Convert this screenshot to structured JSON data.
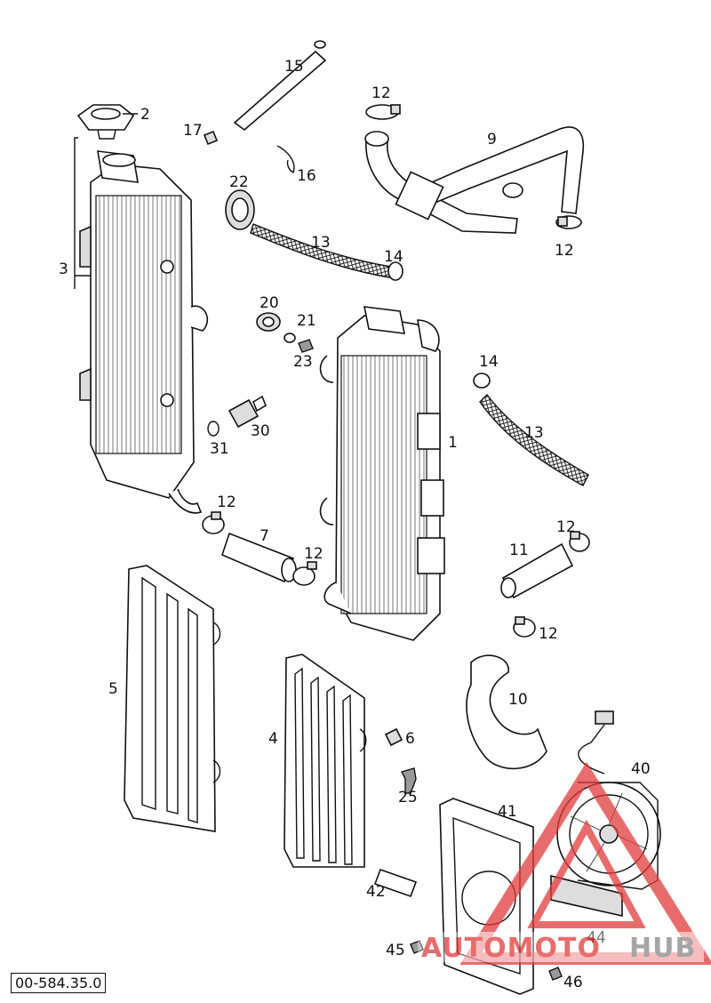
{
  "diagram": {
    "reference_code": "00-584.35.0",
    "callouts": [
      {
        "id": "c15",
        "text": "15"
      },
      {
        "id": "c2",
        "text": "2"
      },
      {
        "id": "c17",
        "text": "17"
      },
      {
        "id": "c16",
        "text": "16"
      },
      {
        "id": "c12a",
        "text": "12"
      },
      {
        "id": "c9",
        "text": "9"
      },
      {
        "id": "c12b",
        "text": "12"
      },
      {
        "id": "c3",
        "text": "3"
      },
      {
        "id": "c22",
        "text": "22"
      },
      {
        "id": "c13a",
        "text": "13"
      },
      {
        "id": "c14a",
        "text": "14"
      },
      {
        "id": "c20",
        "text": "20"
      },
      {
        "id": "c21",
        "text": "21"
      },
      {
        "id": "c23",
        "text": "23"
      },
      {
        "id": "c14b",
        "text": "14"
      },
      {
        "id": "c13b",
        "text": "13"
      },
      {
        "id": "c30",
        "text": "30"
      },
      {
        "id": "c31",
        "text": "31"
      },
      {
        "id": "c1",
        "text": "1"
      },
      {
        "id": "c12c",
        "text": "12"
      },
      {
        "id": "c7",
        "text": "7"
      },
      {
        "id": "c12d",
        "text": "12"
      },
      {
        "id": "c12e",
        "text": "12"
      },
      {
        "id": "c11",
        "text": "11"
      },
      {
        "id": "c12f",
        "text": "12"
      },
      {
        "id": "c5",
        "text": "5"
      },
      {
        "id": "c10",
        "text": "10"
      },
      {
        "id": "c4",
        "text": "4"
      },
      {
        "id": "c6",
        "text": "6"
      },
      {
        "id": "c40",
        "text": "40"
      },
      {
        "id": "c25",
        "text": "25"
      },
      {
        "id": "c41",
        "text": "41"
      },
      {
        "id": "c42",
        "text": "42"
      },
      {
        "id": "c44",
        "text": "44"
      },
      {
        "id": "c45",
        "text": "45"
      },
      {
        "id": "c46",
        "text": "46"
      }
    ]
  },
  "watermark": {
    "text_part1": "AUTOMOTO",
    "text_part2": "HUB",
    "color_red": "#e23c3c",
    "color_grey": "#888888"
  }
}
